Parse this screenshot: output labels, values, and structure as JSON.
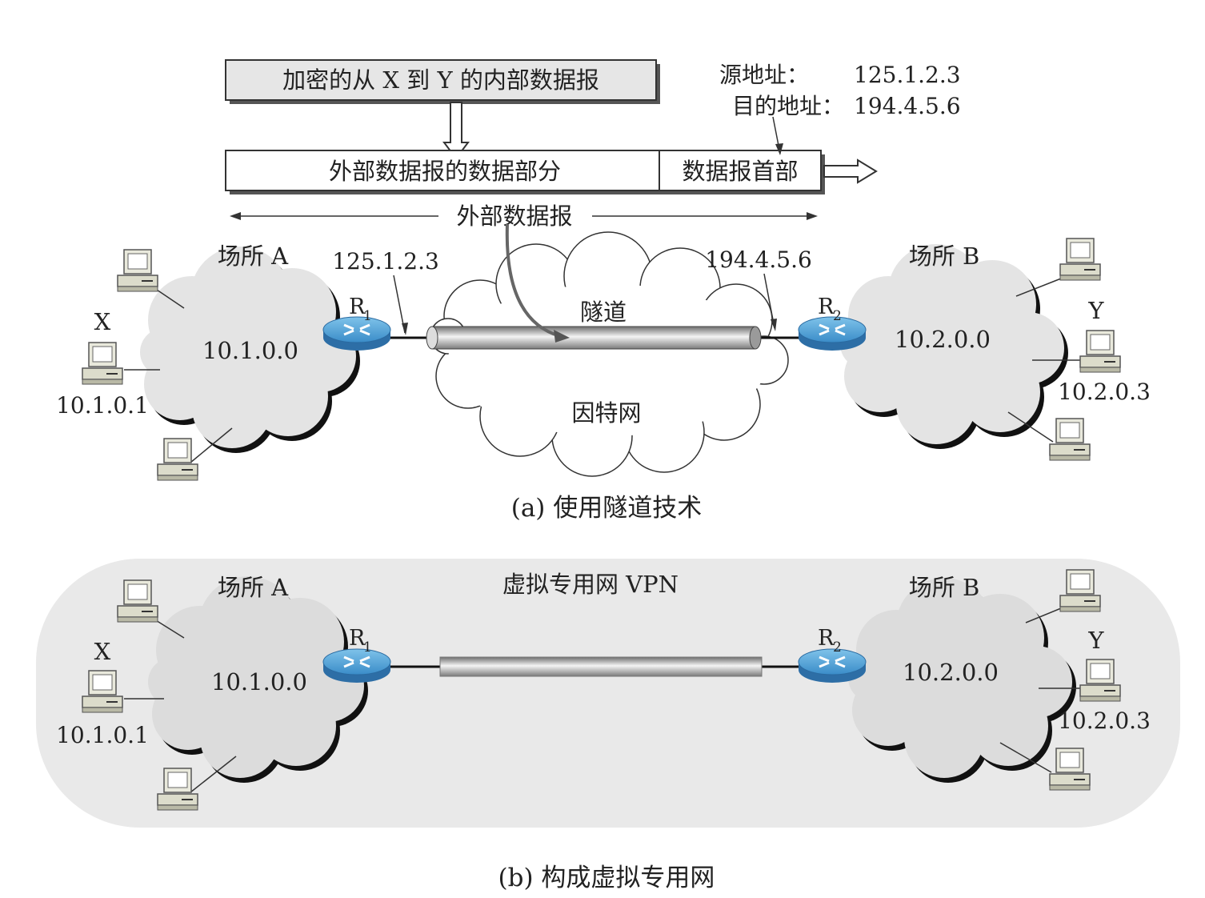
{
  "part_a": {
    "encrypted_datagram": "加密的从 X 到 Y 的内部数据报",
    "src_label": "源地址：",
    "src_ip": "125.1.2.3",
    "dst_label": "目的地址：",
    "dst_ip": "194.4.5.6",
    "outer_data_part": "外部数据报的数据部分",
    "outer_header": "数据报首部",
    "outer_datagram": "外部数据报",
    "site_a": "场所 A",
    "site_b": "场所 B",
    "r1_ip": "125.1.2.3",
    "r2_ip": "194.4.5.6",
    "net_a": "10.1.0.0",
    "net_b": "10.2.0.0",
    "host_x": "X",
    "host_x_ip": "10.1.0.1",
    "host_y": "Y",
    "host_y_ip": "10.2.0.3",
    "router_1": "R",
    "router_1_sub": "1",
    "router_2": "R",
    "router_2_sub": "2",
    "tunnel": "隧道",
    "internet": "因特网",
    "caption": "(a)  使用隧道技术"
  },
  "part_b": {
    "vpn_label": "虚拟专用网 VPN",
    "site_a": "场所 A",
    "site_b": "场所 B",
    "net_a": "10.1.0.0",
    "net_b": "10.2.0.0",
    "host_x": "X",
    "host_x_ip": "10.1.0.1",
    "host_y": "Y",
    "host_y_ip": "10.2.0.3",
    "router_1": "R",
    "router_1_sub": "1",
    "router_2": "R",
    "router_2_sub": "2",
    "caption": "(b)  构成虚拟专用网"
  }
}
